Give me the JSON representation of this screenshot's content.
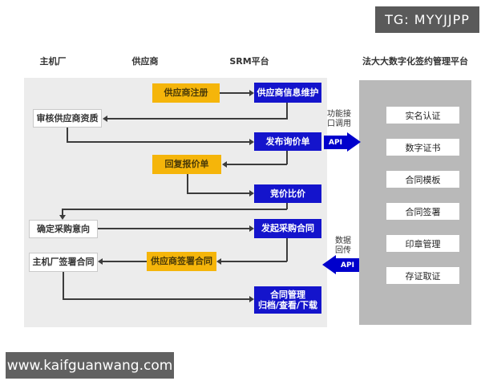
{
  "badge": {
    "text": "TG: MYYJJPP"
  },
  "watermark": {
    "text": "www.kaifguanwang.com"
  },
  "columns": {
    "oem": "主机厂",
    "supplier": "供应商",
    "srm": "SRM平台",
    "fadada": "法大大数字化签约管理平台"
  },
  "flow": {
    "supplier_register": "供应商注册",
    "supplier_info_maintain": "供应商信息维护",
    "review_qualification": "审核供应商资质",
    "publish_inquiry": "发布询价单",
    "reply_quotation": "回复报价单",
    "bidding_comparison": "竞价比价",
    "confirm_intention": "确定采购意向",
    "initiate_contract": "发起采购合同",
    "oem_sign_contract": "主机厂签署合同",
    "supplier_sign_contract": "供应商签署合同",
    "contract_mgmt_line1": "合同管理",
    "contract_mgmt_line2": "归档/查看/下载"
  },
  "api": {
    "function_call_line1": "功能接",
    "function_call_line2": "口调用",
    "data_return_line1": "数据",
    "data_return_line2": "回传",
    "label": "API"
  },
  "platform_services": [
    "实名认证",
    "数字证书",
    "合同模板",
    "合同签署",
    "印章管理",
    "存证取证"
  ],
  "colors": {
    "supplier_box": "#f5b50a",
    "srm_box": "#1414cc",
    "api_arrow": "#0000cc",
    "panel": "#b9b9b9",
    "flow_background": "#ececec",
    "badge_background": "#5a5a5a"
  }
}
